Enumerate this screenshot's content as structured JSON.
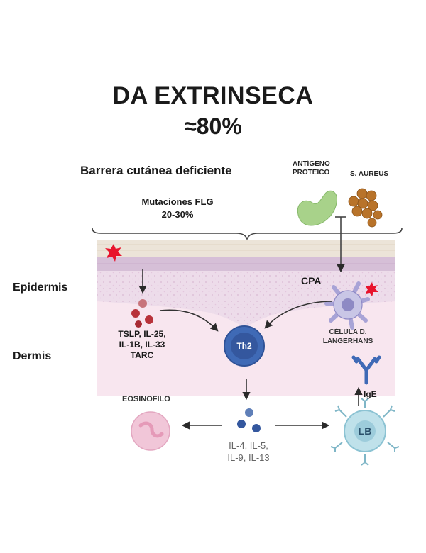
{
  "title": "DA EXTRINSECA",
  "subtitle": "≈80%",
  "barrier_label": "Barrera cutánea deficiente",
  "antigen_label": "ANTÍGENO\nPROTEICO",
  "aureus_label": "S. AUREUS",
  "mutations_label": "Mutaciones FLG\n20-30%",
  "layers": {
    "epidermis": "Epidermis",
    "dermis": "Dermis"
  },
  "cpa_label": "CPA",
  "cytokines_label": "TSLP, IL-25,\nIL-1B, IL-33\nTARC",
  "th2_label": "Th2",
  "langerhans_label": "CÉLULA D.\nLANGERHANS",
  "eosinophil_label": "EOSINOFILO",
  "ige_label": "IgE",
  "lb_label": "LB",
  "interleukins_label": "IL-4, IL-5,\nIL-9, IL-13",
  "colors": {
    "skin_top": "#ece4d8",
    "epidermis": "#eddcea",
    "dermis": "#f8e6ef",
    "th2": "#3f6ab6",
    "lb": "#bfe1ea",
    "eosinophil": "#f1c6d8",
    "antigen": "#a8d28a",
    "aureus": "#b8732a",
    "star": "#e8142c",
    "cytokine": "#b8323a",
    "interleukin": "#34579e"
  }
}
